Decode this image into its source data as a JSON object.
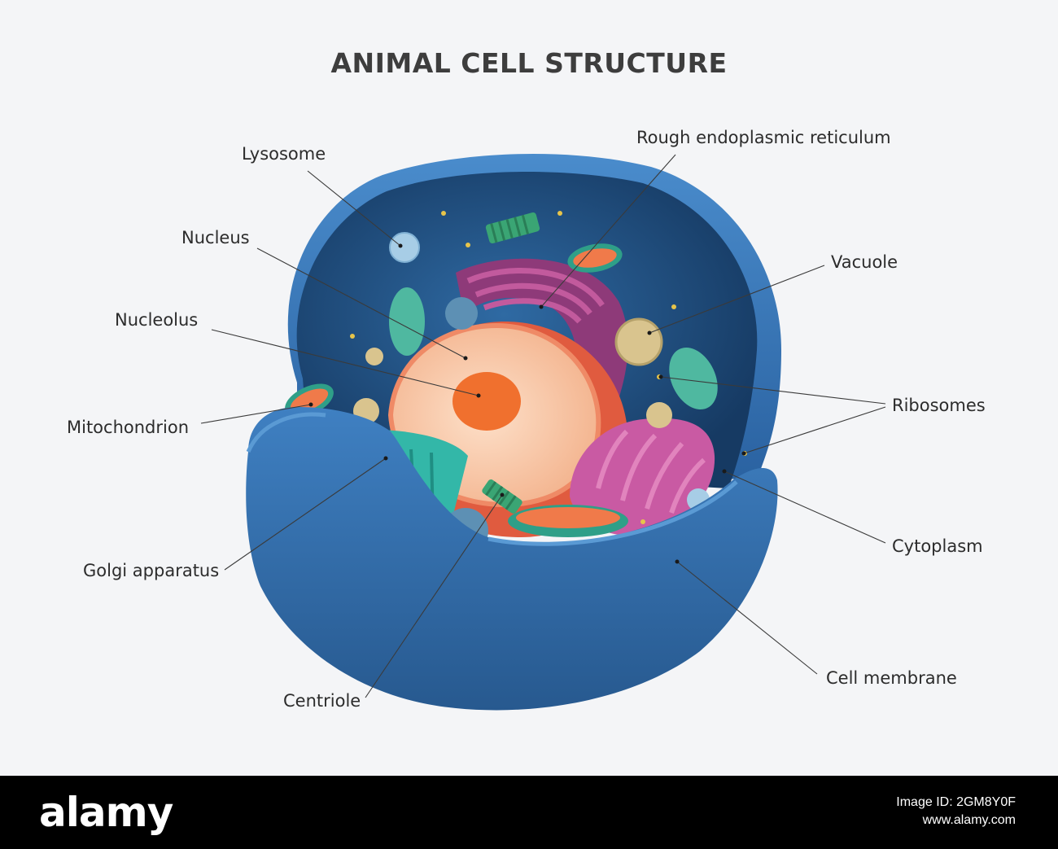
{
  "title": "ANIMAL CELL STRUCTURE",
  "labels": {
    "lysosome": "Lysosome",
    "rough_er": "Rough endoplasmic reticulum",
    "nucleus": "Nucleus",
    "vacuole": "Vacuole",
    "nucleolus": "Nucleolus",
    "ribosomes": "Ribosomes",
    "mitochondrion": "Mitochondrion",
    "cytoplasm": "Cytoplasm",
    "golgi": "Golgi apparatus",
    "cell_membrane": "Cell membrane",
    "centriole": "Centriole"
  },
  "footer": {
    "logo": "alamy",
    "image_id_label": "Image ID: 2GM8Y0F",
    "site": "www.alamy.com"
  },
  "colors": {
    "membrane": "#3a78b8",
    "membrane_dark": "#1f4f86",
    "cytoplasm": "#254e7a",
    "nucleus": "#f6c7a6",
    "nucleolus": "#f0702e",
    "golgi": "#33b7a8",
    "rough_er": "#9a3f82",
    "smooth_er": "#c95aa3",
    "mitochondrion_outer": "#2f9f88",
    "mitochondrion_inner": "#f07a4a",
    "vacuole": "#d9c48e",
    "lysosome": "#a7cde6"
  }
}
